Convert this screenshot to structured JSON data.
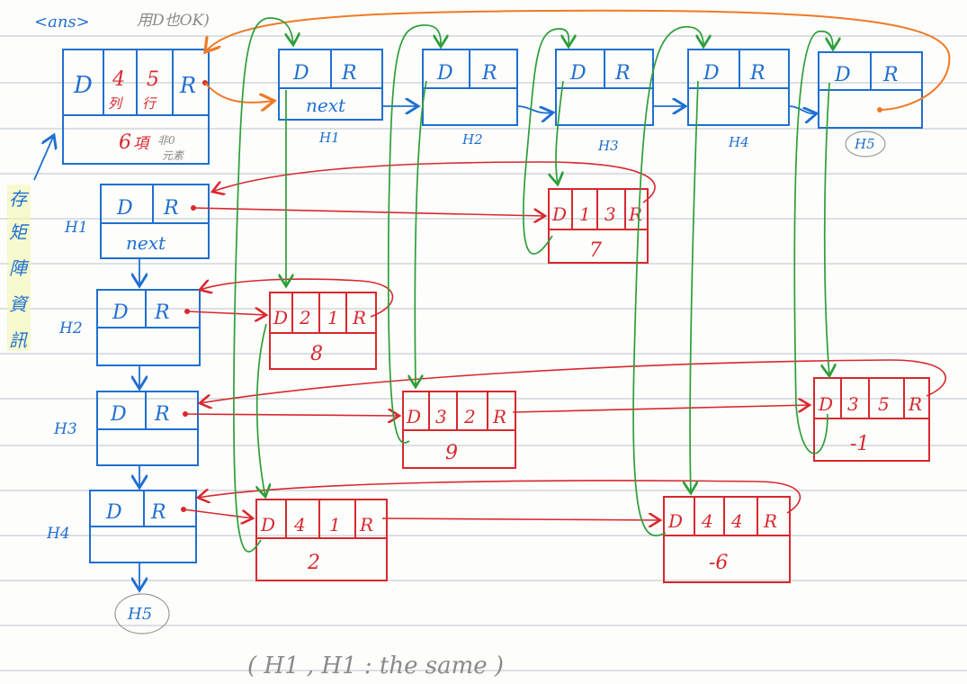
{
  "top_left_label": "<ans>",
  "top_note": "用D也OK)",
  "left_vertical_note": [
    "存",
    "矩",
    "陣",
    "資",
    "訊"
  ],
  "header_node": {
    "d": "D",
    "rows": "4",
    "rows_unit": "列",
    "cols": "5",
    "cols_unit": "行",
    "r": "R",
    "count": "6",
    "count_unit": "項",
    "count_note_1": "非0",
    "count_note_2": "元素"
  },
  "head_nodes": [
    {
      "label": "H1",
      "d": "D",
      "r": "R",
      "next": "next"
    },
    {
      "label": "H2",
      "d": "D",
      "r": "R",
      "next": ""
    },
    {
      "label": "H3",
      "d": "D",
      "r": "R",
      "next": ""
    },
    {
      "label": "H4",
      "d": "D",
      "r": "R",
      "next": ""
    },
    {
      "label": "H5",
      "d": "D",
      "r": "R",
      "next": ""
    }
  ],
  "row_heads": [
    {
      "label": "H1",
      "d": "D",
      "r": "R",
      "next": "next"
    },
    {
      "label": "H2",
      "d": "D",
      "r": "R"
    },
    {
      "label": "H3",
      "d": "D",
      "r": "R"
    },
    {
      "label": "H4",
      "d": "D",
      "r": "R"
    }
  ],
  "end_label": "H5",
  "elements": [
    {
      "d": "D",
      "row": "1",
      "col": "3",
      "r": "R",
      "value": "7"
    },
    {
      "d": "D",
      "row": "2",
      "col": "1",
      "r": "R",
      "value": "8"
    },
    {
      "d": "D",
      "row": "3",
      "col": "2",
      "r": "R",
      "value": "9"
    },
    {
      "d": "D",
      "row": "3",
      "col": "5",
      "r": "R",
      "value": "-1"
    },
    {
      "d": "D",
      "row": "4",
      "col": "1",
      "r": "R",
      "value": "2"
    },
    {
      "d": "D",
      "row": "4",
      "col": "4",
      "r": "R",
      "value": "-6"
    }
  ],
  "bottom_note": "( H1 , H1 : the same )",
  "colors": {
    "blue": "#1f6fd1",
    "red": "#d8282f",
    "green": "#2e9e3a",
    "orange": "#f07a26"
  }
}
